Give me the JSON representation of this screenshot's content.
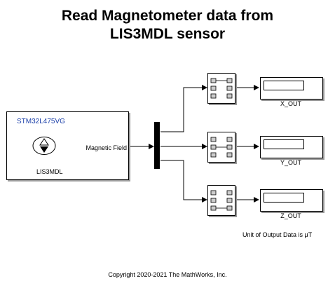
{
  "title": {
    "line1": "Read Magnetometer data from",
    "line2": "LIS3MDL  sensor"
  },
  "sensor_block": {
    "board": "STM32L475VG",
    "output_port": "Magnetic Field",
    "name": "LIS3MDL"
  },
  "outputs": [
    {
      "label": "X_OUT"
    },
    {
      "label": "Y_OUT"
    },
    {
      "label": "Z_OUT"
    }
  ],
  "note": "Unit of Output Data is μT",
  "copyright": "Copyright 2020-2021 The MathWorks, Inc."
}
